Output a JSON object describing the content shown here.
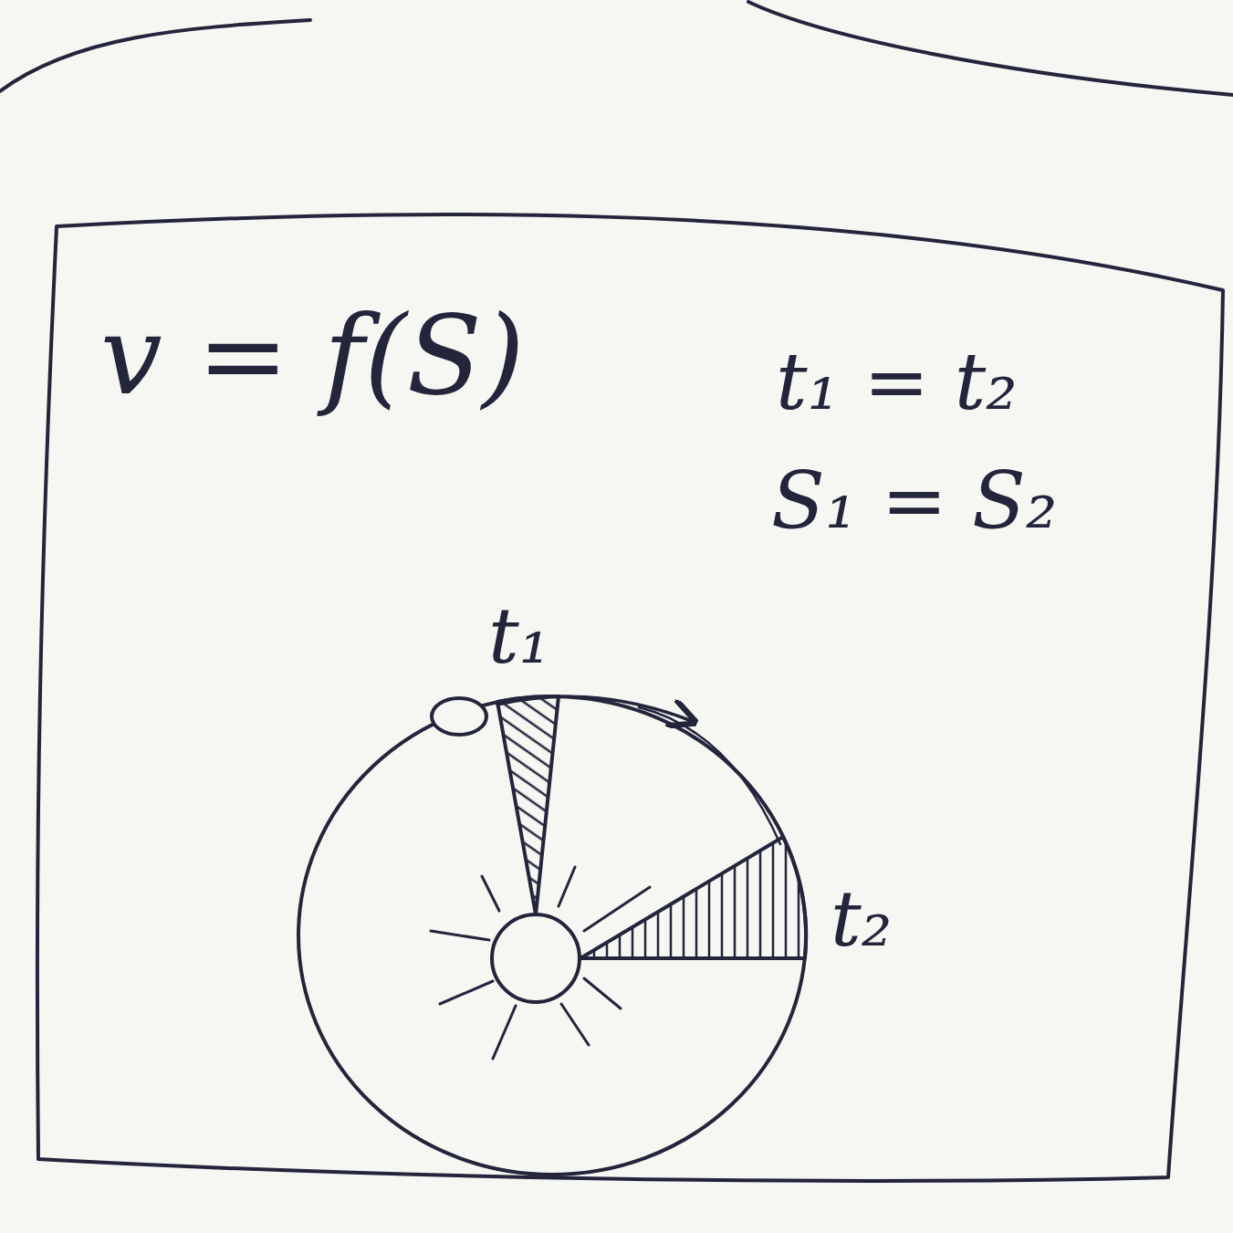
{
  "diagram": {
    "labels": [
      "v = f(S)",
      "t₁ = t₂",
      "S₁ = S₂",
      "t₁",
      "t₂"
    ]
  }
}
